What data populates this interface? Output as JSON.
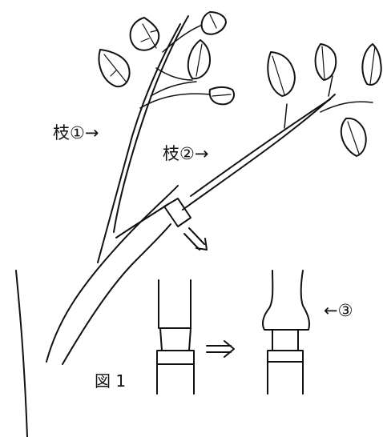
{
  "labels": {
    "branch1": "枝①→",
    "branch2": "枝②→",
    "marker3": "←③",
    "figure": "図 1"
  }
}
